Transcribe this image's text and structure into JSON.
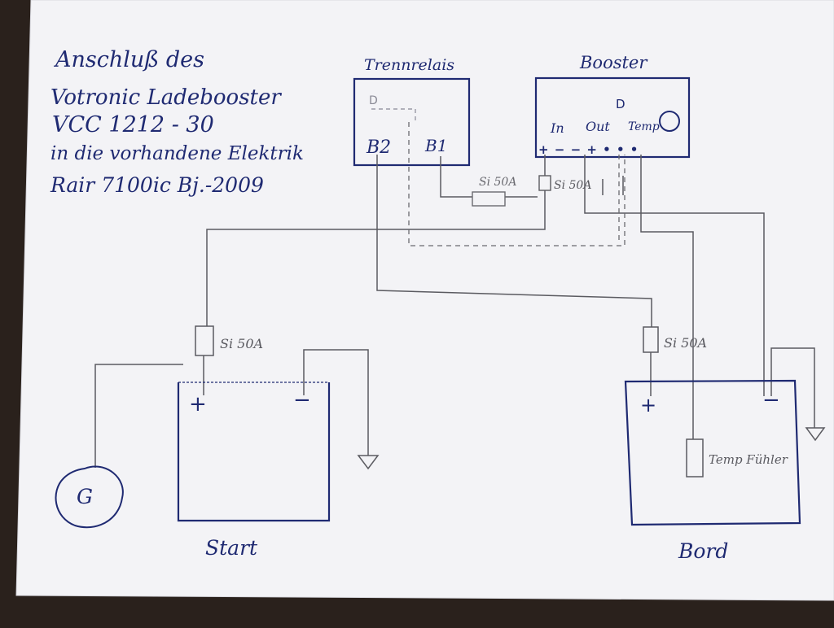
{
  "title_lines": [
    "Anschluß des",
    "Votronic Ladebooster",
    "VCC 1212 - 30",
    "in die vorhandene Elektrik",
    "Rair 7100ic Bj.-2009"
  ],
  "relay": {
    "label": "Trennrelais",
    "symbol": "D",
    "terminal_b2": "B2",
    "terminal_b1": "B1"
  },
  "booster": {
    "label": "Booster",
    "symbol": "D",
    "in_label": "In",
    "out_label": "Out",
    "temp_label": "Temp",
    "terminals": "+ −  − +  •  • •"
  },
  "fuses": {
    "f1": "Si 50A",
    "f2": "Si 50A",
    "f3": "Si 50A",
    "f4": "Si 50A"
  },
  "start_battery": {
    "label": "Start",
    "plus": "+",
    "minus": "−"
  },
  "bord_battery": {
    "label": "Bord",
    "plus": "+",
    "minus": "−",
    "temp_sensor": "Temp Fühler"
  },
  "generator": {
    "label": "G"
  },
  "colors": {
    "ink_blue": "#1f2a72",
    "pencil": "#5a5a60",
    "paper": "#f3f3f6"
  }
}
